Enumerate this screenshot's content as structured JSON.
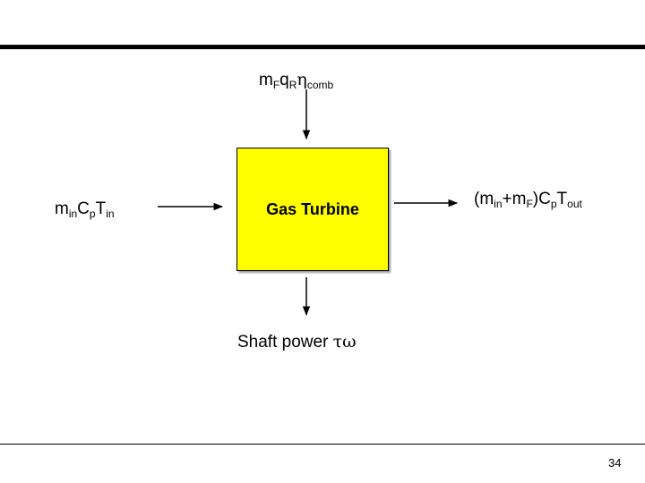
{
  "diagram": {
    "box_label": "Gas Turbine",
    "box_color": "#ffff00",
    "fuel_input": {
      "m": "m",
      "m_sub": "F",
      "q": "q",
      "q_sub": "R",
      "eta": "η",
      "eta_sub": "comb"
    },
    "air_input": {
      "m": "m",
      "m_sub": "in",
      "C": "C",
      "C_sub": "p",
      "T": "T",
      "T_sub": "in"
    },
    "exhaust_output": {
      "open": "(m",
      "m_in_sub": "in",
      "plus": "+m",
      "m_F_sub": "F",
      "close": ")C",
      "C_sub": "p",
      "T": "T",
      "T_sub": "out"
    },
    "shaft_output": {
      "text": "Shaft power ",
      "greek": "τω"
    }
  },
  "footer": {
    "page_number": "34"
  }
}
